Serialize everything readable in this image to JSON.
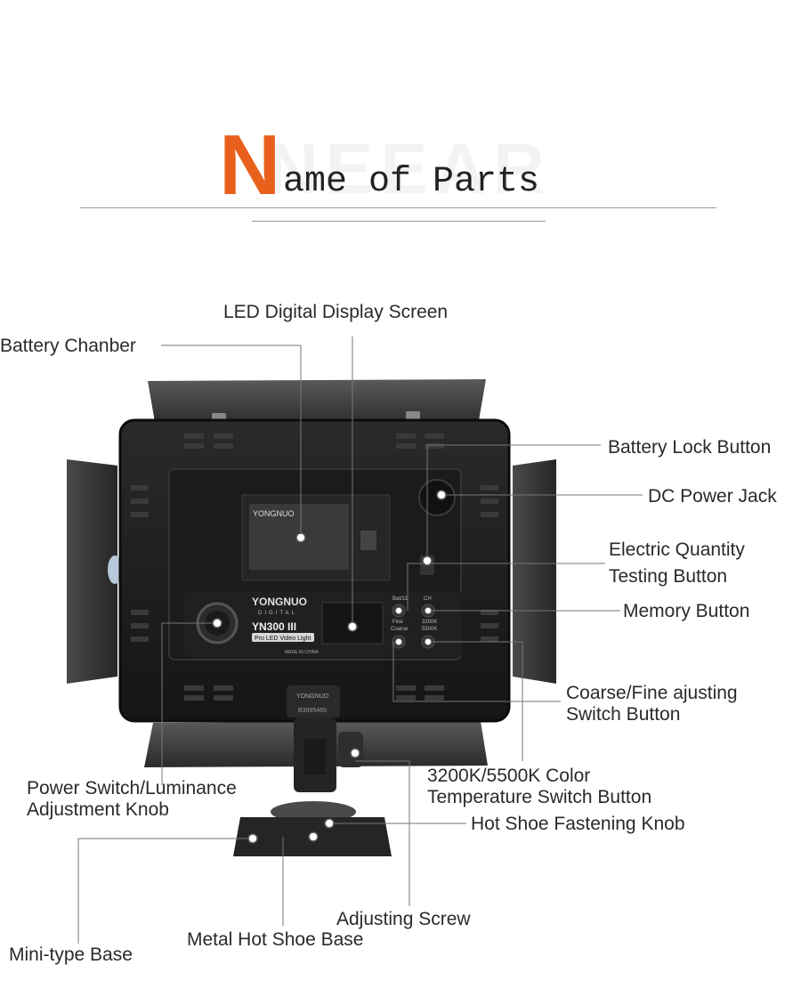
{
  "title": {
    "first_letter": "N",
    "rest": "ame of Parts"
  },
  "labels": {
    "led_display": "LED Digital Display Screen",
    "battery_chamber": "Battery Chanber",
    "battery_lock": "Battery Lock Button",
    "dc_power": "DC Power Jack",
    "electric_quantity_1": "Electric Quantity",
    "electric_quantity_2": "Testing Button",
    "memory_button": "Memory Button",
    "coarse_fine_1": "Coarse/Fine ajusting",
    "coarse_fine_2": "Switch Button",
    "color_temp_1": "3200K/5500K Color",
    "color_temp_2": "Temperature Switch Button",
    "power_switch_1": "Power Switch/Luminance",
    "power_switch_2": "Adjustment Knob",
    "hot_shoe_knob": "Hot Shoe Fastening Knob",
    "adjusting_screw": "Adjusting Screw",
    "metal_hot_shoe": "Metal Hot Shoe Base",
    "mini_base": "Mini-type Base"
  },
  "device": {
    "brand_label": "YONGNUO",
    "brand_sub": "DIGITAL",
    "model": "YN300 III",
    "model_sub": "Pro LED Video Light",
    "made_in": "MADE IN CHINA",
    "battery_brand": "YONGNUO",
    "btn_label_bat": "Bat/11",
    "btn_label_ch": "CH",
    "btn_label_fine": "Fine",
    "btn_label_coarse": "Coarse",
    "btn_label_3200": "3200K",
    "btn_label_5500": "5500K",
    "serial": "B3995465",
    "mount_brand": "YONGNUO"
  },
  "colors": {
    "accent": "#e8601c",
    "body": "#1e1e1e",
    "barn_door": "#3c3c3c",
    "leader": "#777777"
  }
}
